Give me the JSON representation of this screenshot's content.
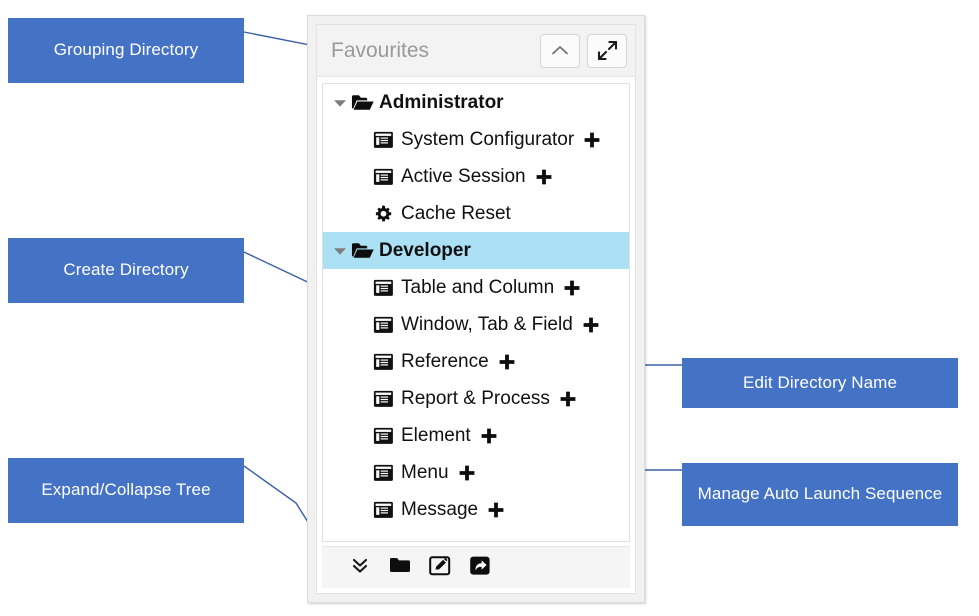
{
  "annotations": [
    {
      "id": "grouping",
      "label": "Grouping Directory"
    },
    {
      "id": "create",
      "label": "Create Directory"
    },
    {
      "id": "expand",
      "label": "Expand/Collapse Tree"
    },
    {
      "id": "edit",
      "label": "Edit Directory Name"
    },
    {
      "id": "launch",
      "label": "Manage Auto Launch Sequence"
    }
  ],
  "panel": {
    "title": "Favourites",
    "header_buttons": [
      {
        "name": "collapse-icon",
        "label": "^"
      },
      {
        "name": "maximize-icon",
        "label": "expand"
      }
    ],
    "tree": [
      {
        "label": "Administrator",
        "type": "folder",
        "icon": "open-folder-icon",
        "expanded": true,
        "selected": false,
        "plus": false
      },
      {
        "label": "System Configurator",
        "type": "window",
        "icon": "window-icon",
        "expanded": null,
        "selected": false,
        "plus": true
      },
      {
        "label": "Active Session",
        "type": "window",
        "icon": "window-icon",
        "expanded": null,
        "selected": false,
        "plus": true
      },
      {
        "label": "Cache Reset",
        "type": "process",
        "icon": "gear-icon",
        "expanded": null,
        "selected": false,
        "plus": false
      },
      {
        "label": "Developer",
        "type": "folder",
        "icon": "open-folder-icon",
        "expanded": true,
        "selected": true,
        "plus": false
      },
      {
        "label": "Table and Column",
        "type": "window",
        "icon": "window-icon",
        "expanded": null,
        "selected": false,
        "plus": true
      },
      {
        "label": "Window, Tab & Field",
        "type": "window",
        "icon": "window-icon",
        "expanded": null,
        "selected": false,
        "plus": true
      },
      {
        "label": "Reference",
        "type": "window",
        "icon": "window-icon",
        "expanded": null,
        "selected": false,
        "plus": true
      },
      {
        "label": "Report & Process",
        "type": "window",
        "icon": "window-icon",
        "expanded": null,
        "selected": false,
        "plus": true
      },
      {
        "label": "Element",
        "type": "window",
        "icon": "window-icon",
        "expanded": null,
        "selected": false,
        "plus": true
      },
      {
        "label": "Menu",
        "type": "window",
        "icon": "window-icon",
        "expanded": null,
        "selected": false,
        "plus": true
      },
      {
        "label": "Message",
        "type": "window",
        "icon": "window-icon",
        "expanded": null,
        "selected": false,
        "plus": true
      }
    ],
    "footer_buttons": [
      {
        "name": "expand-collapse-tree-icon",
        "tip": "Expand/Collapse Tree"
      },
      {
        "name": "create-directory-folder-icon",
        "tip": "Create Directory"
      },
      {
        "name": "edit-directory-name-icon",
        "tip": "Edit Directory Name"
      },
      {
        "name": "manage-auto-launch-sequence-icon",
        "tip": "Manage Auto Launch Sequence"
      }
    ]
  },
  "colors": {
    "callout_fill": "#4472c4",
    "callout_text": "#ffffff",
    "connector_line": "#3b5ea8",
    "selection": "#ace1f5",
    "panel_header": "#f3f3f3",
    "title_text": "#9a9a9a"
  }
}
